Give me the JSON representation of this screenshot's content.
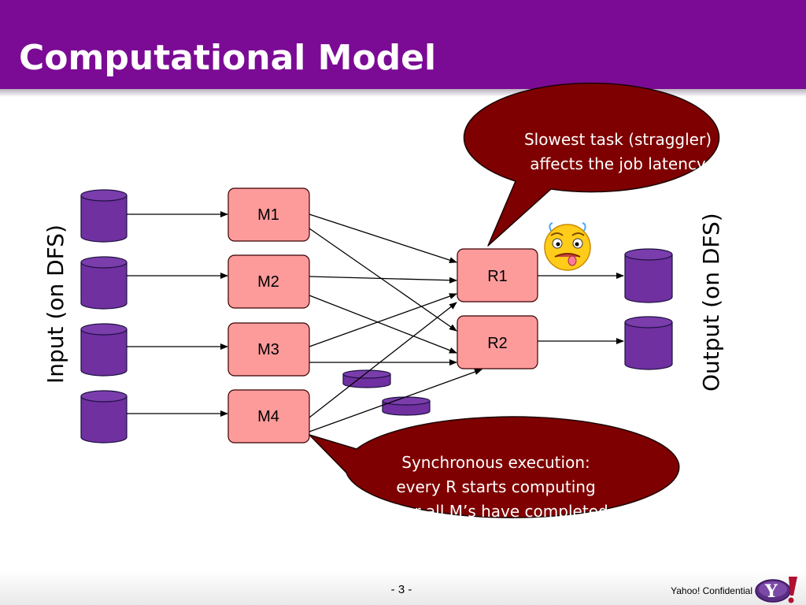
{
  "slide": {
    "title": "Computational Model",
    "page_number": "- 3 -",
    "footer_text": "Yahoo! Confidential",
    "logo_text": "Y!"
  },
  "labels": {
    "input": "Input (on DFS)",
    "output": "Output (on DFS)"
  },
  "nodes": {
    "mappers": [
      "M1",
      "M2",
      "M3",
      "M4"
    ],
    "reducers": [
      "R1",
      "R2"
    ]
  },
  "callouts": {
    "straggler": [
      "Slowest task (straggler)",
      "affects the job latency"
    ],
    "sync": [
      "Synchronous execution:",
      "every R starts computing",
      "after all M’s have completed"
    ]
  },
  "icons": {
    "straggler_face": "sick-face-icon",
    "storage": "database-cylinder-icon"
  },
  "colors": {
    "header": "#7b0b95",
    "task_fill": "#fd9b9b",
    "storage_fill": "#7030a0",
    "callout_fill": "#7f0000"
  }
}
